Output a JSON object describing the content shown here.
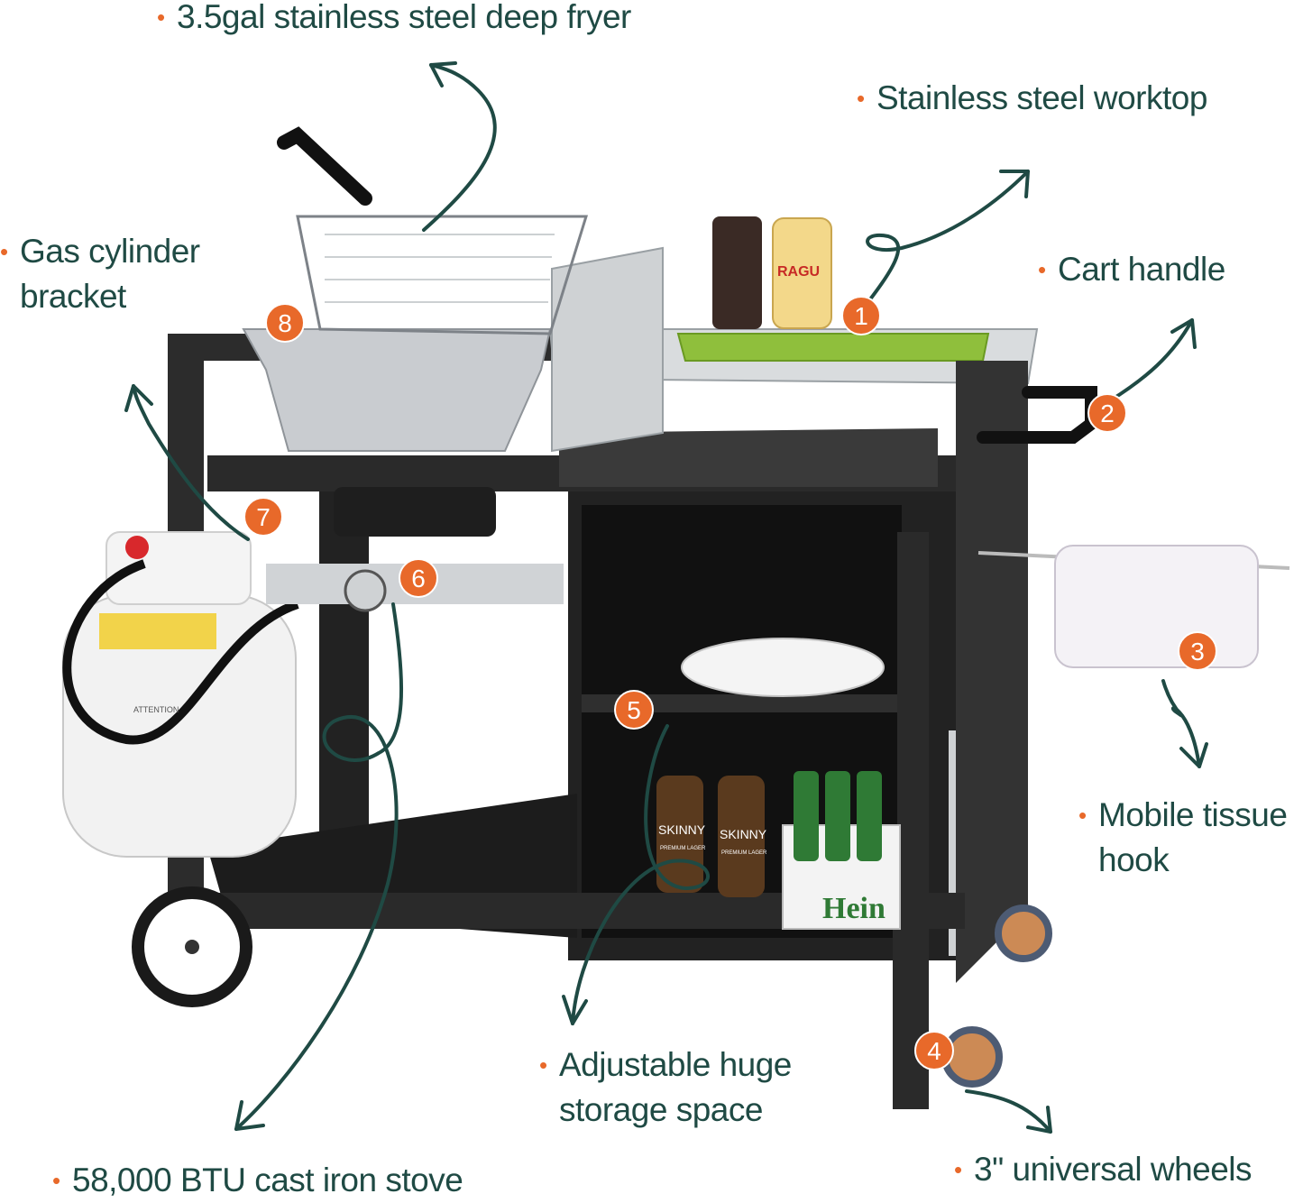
{
  "colors": {
    "annotation_text": "#1f4a44",
    "bullet": "#e8692a",
    "badge": "#e8692a",
    "arrow": "#1f4a44",
    "frame": "#2a2a2a",
    "stainless": "#d9dcde"
  },
  "features": [
    {
      "number": "1",
      "lines": [
        "Stainless steel worktop"
      ]
    },
    {
      "number": "2",
      "lines": [
        "Cart handle"
      ]
    },
    {
      "number": "3",
      "lines": [
        "Mobile tissue",
        "hook"
      ]
    },
    {
      "number": "4",
      "lines": [
        "3\" universal wheels"
      ]
    },
    {
      "number": "5",
      "lines": [
        "Adjustable huge",
        "storage space"
      ]
    },
    {
      "number": "6",
      "lines": [
        "58,000 BTU cast iron stove"
      ]
    },
    {
      "number": "7",
      "lines": [
        "Gas cylinder",
        "bracket"
      ]
    },
    {
      "number": "8",
      "lines": [
        "3.5gal stainless steel deep fryer"
      ]
    }
  ],
  "bullet_symbol": "•",
  "product_labels": {
    "jar_brand": "RAGU",
    "bottle_brand": "SKINNY",
    "bottle_sub": "PREMIUM LAGER",
    "crate_brand": "Hein",
    "tank_warning": "ATTENTION"
  }
}
